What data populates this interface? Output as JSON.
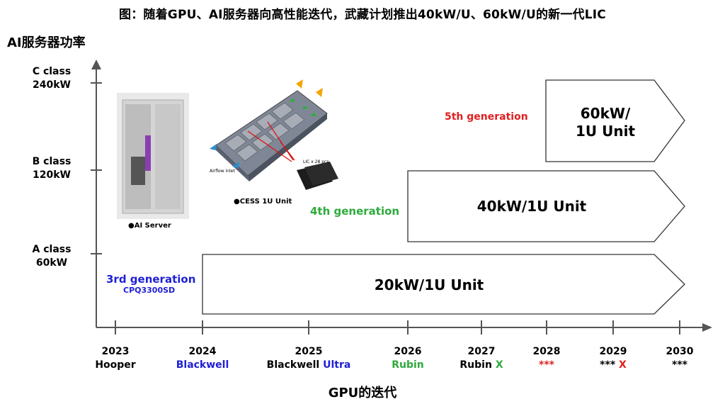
{
  "title": "图：随着GPU、AI服务器向高性能迭代，武藏计划推出40kW/U、60kW/U的新一代LIC",
  "y_axis_title": "AI服务器功率",
  "x_axis_title": "GPU的迭代",
  "y_levels": [
    {
      "name": "C class",
      "power": "240kW"
    },
    {
      "name": "B class",
      "power": "120kW"
    },
    {
      "name": "A class",
      "power": "60kW"
    }
  ],
  "x_ticks": [
    {
      "year": "2023",
      "gpu": "Hooper",
      "gpu_suffix": ""
    },
    {
      "year": "2024",
      "gpu": "Blackwell",
      "gpu_suffix": ""
    },
    {
      "year": "2025",
      "gpu": "Blackwell ",
      "gpu_suffix": "Ultra"
    },
    {
      "year": "2026",
      "gpu": "Rubin",
      "gpu_suffix": ""
    },
    {
      "year": "2027",
      "gpu": "Rubin ",
      "gpu_suffix": "X"
    },
    {
      "year": "2028",
      "gpu": "***",
      "gpu_suffix": ""
    },
    {
      "year": "2029",
      "gpu": "*** ",
      "gpu_suffix": "X"
    },
    {
      "year": "2030",
      "gpu": "***",
      "gpu_suffix": ""
    }
  ],
  "generations": [
    {
      "label": "3rd generation",
      "sublabel": "CPQ3300SD",
      "unit": "20kW/1U Unit",
      "color": "#1f1fd6"
    },
    {
      "label": "4th generation",
      "unit": "40kW/1U Unit",
      "color": "#2eaa3c"
    },
    {
      "label": "5th generation",
      "unit_line1": "60kW/",
      "unit_line2": "1U Unit",
      "color": "#e02020"
    }
  ],
  "images": {
    "server_caption": "●AI Server",
    "cess_caption": "●CESS 1U Unit",
    "airflow_label": "Airflow inlet",
    "lic_label": "LIC x 28 pcs"
  },
  "colors": {
    "blue": "#1f1fd6",
    "green": "#2eaa3c",
    "red": "#e02020"
  }
}
